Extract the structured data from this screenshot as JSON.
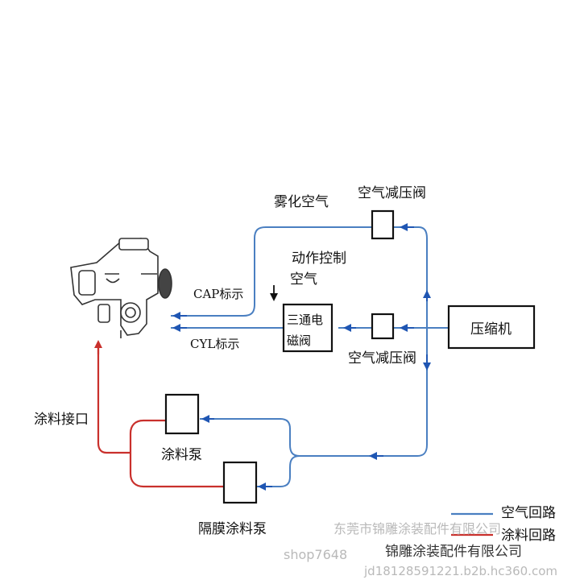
{
  "colors": {
    "air_line": "#4a7fc1",
    "paint_line": "#c9302c",
    "arrow": "#1f56b3"
  },
  "labels": {
    "atomizing_air": "雾化空气",
    "reducer_top": "空气减压阀",
    "action_control_1": "动作控制",
    "action_control_2": "空气",
    "cap_indicator": "CAP标示",
    "cyl_indicator": "CYL标示",
    "solenoid_line1": "三通电",
    "solenoid_line2": "磁阀",
    "reducer_bottom": "空气减压阀",
    "compressor": "压缩机",
    "paint_inlet": "涂料接口",
    "paint_pump": "涂料泵",
    "diaphragm_pump": "隔膜涂料泵"
  },
  "legend": {
    "air_circuit": "空气回路",
    "paint_circuit": "涂料回路"
  },
  "watermarks": {
    "company_faint": "东莞市锦雕涂装配件有限公司",
    "shop": "shop7648",
    "company_dark": "锦雕涂装配件有限公司",
    "site": "jd18128591221.b2b.hc360.com"
  }
}
